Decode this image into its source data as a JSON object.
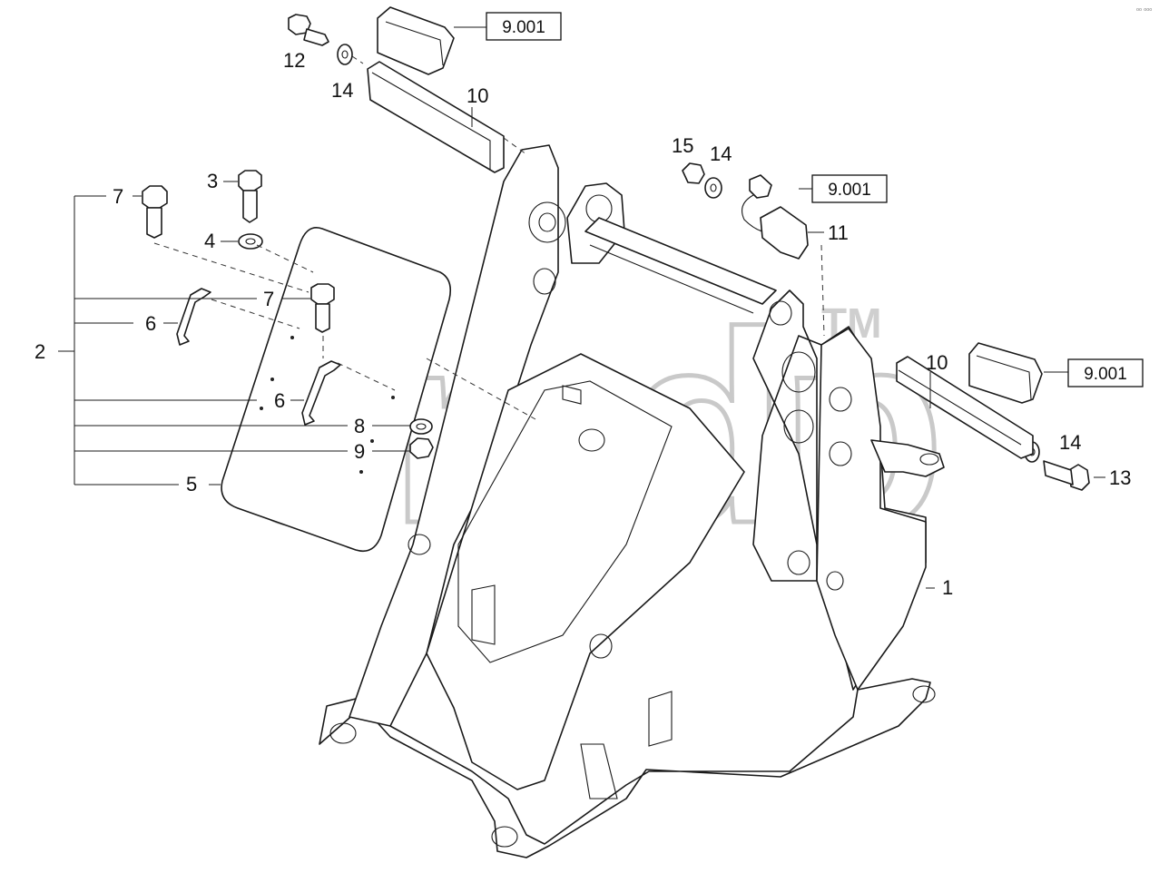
{
  "watermark": {
    "text": "dmdp",
    "trademark": "TM"
  },
  "corner_note": "ᵒᵒ ᵒᵒᵒ",
  "callouts": {
    "c1": "1",
    "c2": "2",
    "c3": "3",
    "c4": "4",
    "c5": "5",
    "c6a": "6",
    "c6b": "6",
    "c7a": "7",
    "c7b": "7",
    "c8": "8",
    "c9": "9",
    "c10a": "10",
    "c10b": "10",
    "c11": "11",
    "c12": "12",
    "c13": "13",
    "c14a": "14",
    "c14b": "14",
    "c14c": "14",
    "c15": "15"
  },
  "references": {
    "ref_top": "9.001",
    "ref_mid": "9.001",
    "ref_right": "9.001"
  }
}
